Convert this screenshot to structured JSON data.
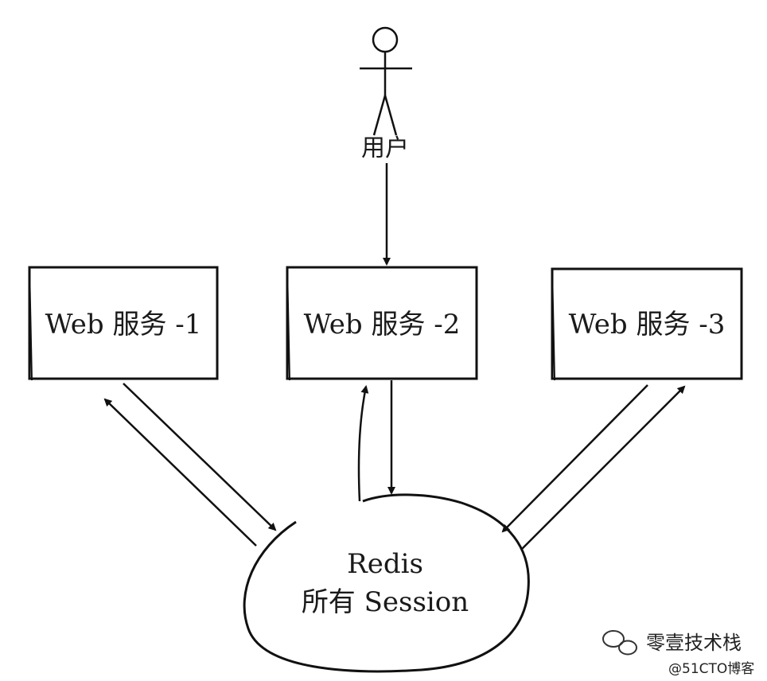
{
  "actor": {
    "label": "用户"
  },
  "boxes": [
    {
      "label": "Web 服务 -1"
    },
    {
      "label": "Web 服务 -2"
    },
    {
      "label": "Web 服务 -3"
    }
  ],
  "redis": {
    "line1": "Redis",
    "line2": "所有 Session"
  },
  "watermark": {
    "title": "零壹技术栈",
    "sub": "@51CTO博客"
  }
}
